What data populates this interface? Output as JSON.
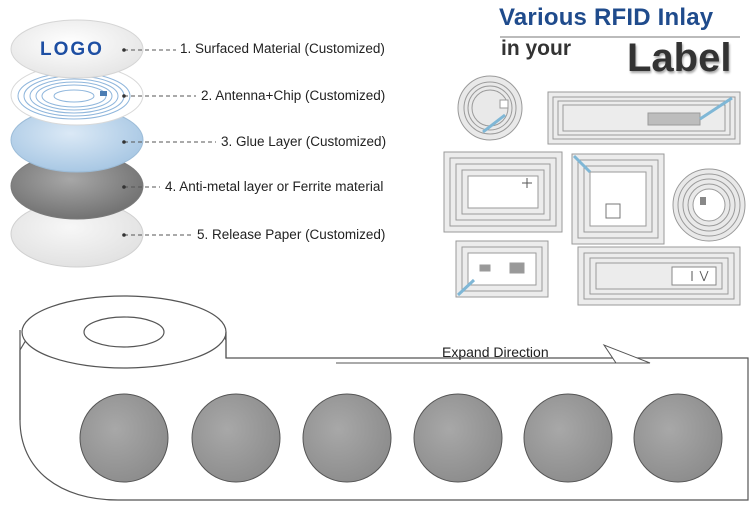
{
  "title": "Various RFID Inlay",
  "subtitle_line1": "in your",
  "subtitle_line2": "Label",
  "logo_text": "LOGO",
  "layers": [
    {
      "label": "1. Surfaced Material (Customized)"
    },
    {
      "label": "2. Antenna+Chip (Customized)"
    },
    {
      "label": "3. Glue Layer (Customized)"
    },
    {
      "label": "4. Anti-metal layer or Ferrite material"
    },
    {
      "label": "5. Release Paper (Customized)"
    }
  ],
  "roll": {
    "direction_label": "Expand Direction",
    "label_count": 6
  },
  "colors": {
    "title": "#1f4b8c",
    "glue_layer": "#b9d3ea",
    "ferrite_layer": "#8a8a8a",
    "label_disc": "#999999"
  }
}
